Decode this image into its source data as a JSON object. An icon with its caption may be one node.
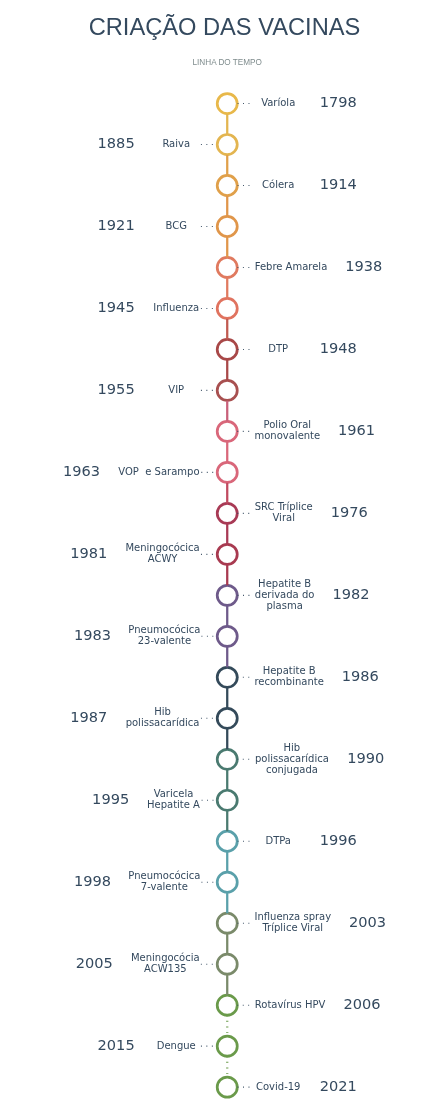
{
  "diagram": {
    "title": "CRIAÇÃO DAS VACINAS",
    "nodes": [
      {
        "text": [],
        "shape": "circle"
      },
      {
        "text": [
          "Varíola"
        ],
        "beside": [
          "1798"
        ]
      },
      {
        "text": [
          "Raiva"
        ],
        "beside": [
          "1885"
        ]
      },
      {
        "text": [],
        "shape": "circle"
      },
      {
        "text": [],
        "shape": "circle"
      },
      {
        "text": [
          "Cólera"
        ],
        "beside": [
          "1914"
        ]
      },
      {
        "text": [
          "BCG"
        ],
        "beside": [
          "1921"
        ]
      },
      {
        "text": [],
        "shape": "circle"
      },
      {
        "text": [],
        "shape": "circle"
      },
      {
        "text": [
          "Febre Amarela"
        ],
        "beside": [
          "1938"
        ]
      },
      {
        "text": [
          "Influenza"
        ],
        "beside": [
          "1945"
        ]
      },
      {
        "text": [],
        "shape": "circle"
      },
      {
        "text": [],
        "shape": "circle"
      },
      {
        "text": [
          "DTP"
        ],
        "beside": [
          "1948"
        ]
      },
      {
        "text": [
          "VIP"
        ],
        "beside": [
          "1955"
        ]
      },
      {
        "text": [],
        "shape": "circle"
      },
      {
        "text": [],
        "shape": "circle"
      },
      {
        "text": [
          "Polio Oral monovalente"
        ],
        "beside": [
          "1961"
        ]
      },
      {
        "text": [
          "VOP  e Sarampo"
        ],
        "beside": [
          "1963"
        ]
      },
      {
        "text": [],
        "shape": "circle"
      },
      {
        "text": [],
        "shape": "circle"
      },
      {
        "text": [
          "SRC Tríplice Viral"
        ],
        "beside": [
          "1976"
        ]
      },
      {
        "text": [
          "Meningocócica ACWY"
        ],
        "beside": [
          "1981"
        ]
      },
      {
        "text": [],
        "shape": "circle"
      },
      {
        "text": [],
        "shape": "circle"
      },
      {
        "text": [
          "Hepatite B derivada do plasma"
        ],
        "beside": [
          "1982"
        ]
      },
      {
        "text": [
          "Pneumocócica 23-valente"
        ],
        "beside": [
          "1983"
        ]
      },
      {
        "text": [],
        "shape": "circle"
      },
      {
        "text": [],
        "shape": "circle"
      },
      {
        "text": [
          "Hepatite B recombinante"
        ],
        "beside": [
          "1986"
        ]
      },
      {
        "text": [
          "Hib polissacarídica"
        ],
        "beside": [
          "1987"
        ]
      },
      {
        "text": [],
        "shape": "circle"
      },
      {
        "text": [],
        "shape": "circle"
      },
      {
        "text": [
          "Hib polissacarídica conjugada"
        ],
        "beside": [
          "1990"
        ]
      },
      {
        "text": [
          "Varicela Hepatite A"
        ],
        "beside": [
          "1995"
        ]
      },
      {
        "text": [],
        "shape": "circle"
      },
      {
        "text": [],
        "shape": "circle"
      },
      {
        "text": [
          "DTPa"
        ],
        "beside": [
          "1996"
        ]
      },
      {
        "text": [
          "Pneumocócica 7-valente"
        ],
        "beside": [
          "1998"
        ]
      },
      {
        "text": [],
        "shape": "circle"
      },
      {
        "text": [],
        "shape": "circle"
      },
      {
        "text": [
          "Influenza spray Tríplice Viral"
        ],
        "beside": [
          "2003"
        ]
      },
      {
        "text": [
          "Meningocócia ACW135"
        ],
        "beside": [
          "2005"
        ]
      },
      {
        "text": [],
        "shape": "circle"
      },
      {
        "text": [],
        "shape": "circle"
      },
      {
        "text": [
          "Rotavírus HPV"
        ],
        "beside": [
          "2006"
        ]
      },
      {
        "text": [
          "Dengue"
        ],
        "beside": [
          "2015"
        ]
      },
      {
        "text": [],
        "shape": "circle"
      },
      {
        "text": [],
        "shape": "circle"
      },
      {
        "text": [
          "Covid-19"
        ],
        "beside": [
          "2021"
        ]
      }
    ],
    "edges": [
      {
        "from": 0,
        "to": 1,
        "arrow": "none",
        "style": "dashed"
      },
      {
        "from": 2,
        "to": 3,
        "arrow": "none",
        "style": "dashed"
      },
      {
        "from": 4,
        "to": 5,
        "arrow": "none",
        "style": "dashed"
      },
      {
        "from": 6,
        "to": 7,
        "arrow": "none",
        "style": "dashed"
      },
      {
        "from": 8,
        "to": 9,
        "arrow": "none",
        "style": "dashed"
      },
      {
        "from": 10,
        "to": 11,
        "arrow": "none",
        "style": "dashed"
      },
      {
        "from": 12,
        "to": 13,
        "arrow": "none",
        "style": "dashed"
      },
      {
        "from": 14,
        "to": 15,
        "arrow": "none",
        "style": "dashed"
      },
      {
        "from": 16,
        "to": 17,
        "arrow": "none",
        "style": "dashed"
      },
      {
        "from": 18,
        "to": 19,
        "arrow": "none",
        "style": "dashed"
      },
      {
        "from": 20,
        "to": 21,
        "arrow": "none",
        "style": "dashed"
      },
      {
        "from": 22,
        "to": 23,
        "arrow": "none",
        "style": "dashed"
      },
      {
        "from": 24,
        "to": 25,
        "arrow": "none",
        "style": "dashed"
      },
      {
        "from": 26,
        "to": 27,
        "arrow": "none",
        "style": "dashed"
      },
      {
        "from": 28,
        "to": 29,
        "arrow": "none",
        "style": "dashed"
      },
      {
        "from": 30,
        "to": 31,
        "arrow": "none",
        "style": "dashed"
      },
      {
        "from": 32,
        "to": 33,
        "arrow": "none",
        "style": "dashed"
      },
      {
        "from": 34,
        "to": 35,
        "arrow": "none",
        "style": "dashed"
      },
      {
        "from": 36,
        "to": 37,
        "arrow": "none",
        "style": "dashed"
      },
      {
        "from": 38,
        "to": 39,
        "arrow": "none",
        "style": "dashed"
      },
      {
        "from": 40,
        "to": 41,
        "arrow": "none",
        "style": "dashed"
      },
      {
        "from": 42,
        "to": 43,
        "arrow": "none",
        "style": "dashed"
      },
      {
        "from": 44,
        "to": 45,
        "arrow": "none",
        "style": "dashed"
      },
      {
        "from": 46,
        "to": 47,
        "arrow": "none",
        "style": "dashed"
      },
      {
        "from": 48,
        "to": 49,
        "arrow": "none",
        "style": "dashed"
      },
      {
        "from": 0,
        "to": 3,
        "arrow": "none",
        "color": "#e3b550"
      },
      {
        "from": 3,
        "to": 4,
        "arrow": "none",
        "color": "#e0a04a"
      },
      {
        "from": 4,
        "to": 7,
        "arrow": "none",
        "color": "#e0964a"
      },
      {
        "from": 7,
        "to": 8,
        "arrow": "none",
        "color": "#e0964a"
      },
      {
        "from": 8,
        "to": 11,
        "arrow": "none",
        "color": "#e07a5f"
      },
      {
        "from": 11,
        "to": 12,
        "arrow": "none",
        "color": "#c05a50"
      },
      {
        "from": 12,
        "to": 15,
        "arrow": "none",
        "color": "#a84848"
      },
      {
        "from": 15,
        "to": 16,
        "arrow": "none",
        "color": "#c8607a"
      },
      {
        "from": 16,
        "to": 19,
        "arrow": "none",
        "color": "#d9677a"
      },
      {
        "from": 19,
        "to": 20,
        "arrow": "none",
        "color": "#c04a60"
      },
      {
        "from": 20,
        "to": 23,
        "arrow": "none",
        "color": "#a83a55"
      },
      {
        "from": 23,
        "to": 24,
        "arrow": "none",
        "color": "#a83a50"
      },
      {
        "from": 24,
        "to": 27,
        "arrow": "none",
        "color": "#6e5a8a"
      },
      {
        "from": 27,
        "to": 28,
        "arrow": "none",
        "color": "#6e5a8a"
      },
      {
        "from": 28,
        "to": 31,
        "arrow": "none",
        "color": "#344a5a"
      },
      {
        "from": 31,
        "to": 32,
        "arrow": "none",
        "color": "#344a5a"
      },
      {
        "from": 32,
        "to": 35,
        "arrow": "none",
        "color": "#4a7a70"
      },
      {
        "from": 35,
        "to": 36,
        "arrow": "none",
        "color": "#4a7a70"
      },
      {
        "from": 36,
        "to": 39,
        "arrow": "none",
        "color": "#5aa0aa"
      },
      {
        "from": 39,
        "to": 40,
        "arrow": "none",
        "color": "#5aa0aa"
      },
      {
        "from": 40,
        "to": 43,
        "arrow": "none",
        "color": "#7a8a6a"
      },
      {
        "from": 43,
        "to": 44,
        "arrow": "none",
        "color": "#7a8a6a"
      },
      {
        "from": 44,
        "to": 47,
        "arrow": "none",
        "style": "dashed",
        "color": "#6a9a4a"
      },
      {
        "from": 47,
        "to": 48,
        "arrow": "none",
        "style": "dashed",
        "color": "#6a9a4a"
      }
    ],
    "labels": [
      "LINHA DO TEMPO"
    ]
  }
}
